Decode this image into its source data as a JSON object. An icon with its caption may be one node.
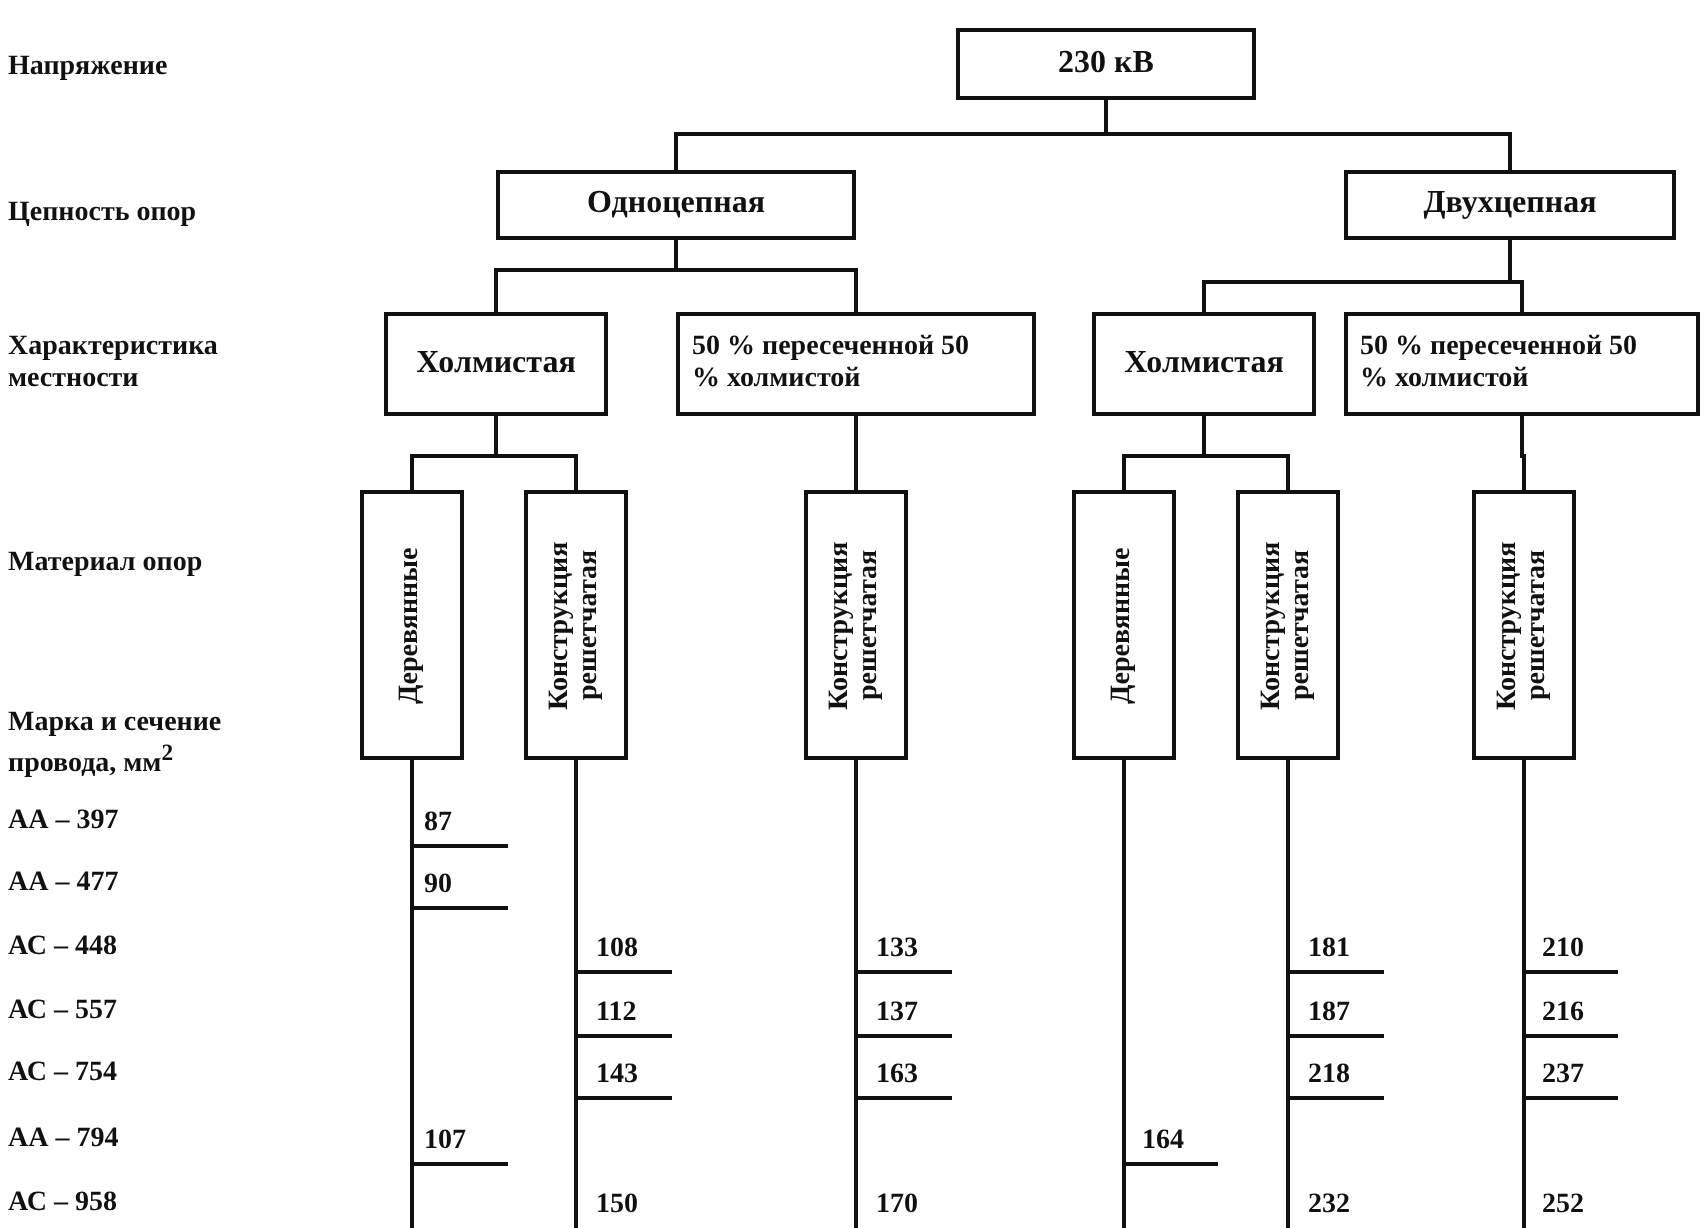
{
  "diagram": {
    "nodes": [
      {
        "text": [
          "230 кВ"
        ]
      },
      {
        "text": [
          "Одноцепная"
        ]
      },
      {
        "text": [
          "Двухцепная"
        ]
      },
      {
        "text": [
          "Холмистая"
        ]
      },
      {
        "text": [
          "50 % пересеченной 50 % холмистой"
        ]
      },
      {
        "text": [
          "Холмистая"
        ]
      },
      {
        "text": [
          "50 % пересеченной 50 % холмистой"
        ]
      },
      {
        "text": [
          "Деревянные"
        ]
      },
      {
        "text": [
          "Конструкция решетчатая"
        ]
      },
      {
        "text": [
          "Конструкция решетчатая"
        ]
      },
      {
        "text": [
          "Деревянные"
        ]
      },
      {
        "text": [
          "Конструкция решетчатая"
        ]
      },
      {
        "text": [
          "Конструкция решетчатая"
        ]
      }
    ],
    "edges": [
      {
        "from": 0,
        "to": 1,
        "arrow": "none"
      },
      {
        "from": 0,
        "to": 2,
        "arrow": "none"
      },
      {
        "from": 1,
        "to": 3,
        "arrow": "none"
      },
      {
        "from": 1,
        "to": 4,
        "arrow": "none"
      },
      {
        "from": 2,
        "to": 5,
        "arrow": "none"
      },
      {
        "from": 2,
        "to": 6,
        "arrow": "none"
      },
      {
        "from": 3,
        "to": 7,
        "arrow": "none"
      },
      {
        "from": 3,
        "to": 8,
        "arrow": "none"
      },
      {
        "from": 4,
        "to": 9,
        "arrow": "none"
      },
      {
        "from": 5,
        "to": 10,
        "arrow": "none"
      },
      {
        "from": 5,
        "to": 11,
        "arrow": "none"
      },
      {
        "from": 6,
        "to": 12,
        "arrow": "none"
      }
    ],
    "labels": [
      "Напряжение",
      "Цепность опор",
      "Характеристика местности",
      "Материал опор",
      "Марка и сечение провода, мм$^{2}$",
      "АА – 397",
      "87",
      "АА – 477",
      "90",
      "АС – 448",
      "108",
      "133",
      "181",
      "210",
      "АС – 557",
      "112",
      "137",
      "187",
      "216",
      "АС – 754",
      "143",
      "163",
      "218",
      "237",
      "АА – 794",
      "107",
      "164",
      "АС – 958",
      "150",
      "170",
      "232",
      "252"
    ]
  }
}
